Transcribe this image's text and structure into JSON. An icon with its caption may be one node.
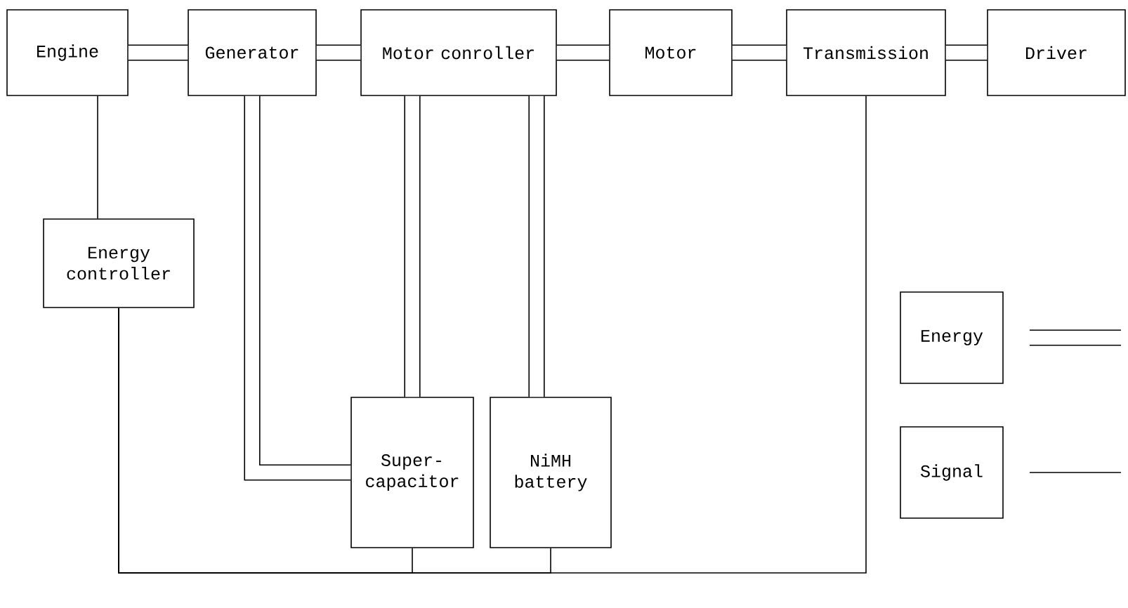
{
  "diagram": {
    "nodes": [
      {
        "text": [
          "Engine"
        ]
      },
      {
        "text": [
          "Generator"
        ]
      },
      {
        "text": [
          "Motor conroller"
        ]
      },
      {
        "text": [
          "Motor"
        ]
      },
      {
        "text": [
          "Transmission"
        ]
      },
      {
        "text": [
          "Driver"
        ]
      },
      {
        "text": [
          "Energy controller"
        ]
      },
      {
        "text": [
          "Super-capacitor"
        ]
      },
      {
        "text": [
          "NiMH battery"
        ]
      }
    ],
    "edges": [
      {
        "from": 0,
        "to": 1,
        "arrow": "none"
      },
      {
        "from": 1,
        "to": 2,
        "arrow": "none"
      },
      {
        "from": 2,
        "to": 3,
        "arrow": "none"
      },
      {
        "from": 3,
        "to": 4,
        "arrow": "none"
      },
      {
        "from": 4,
        "to": 5,
        "arrow": "none"
      },
      {
        "from": 1,
        "to": 7,
        "arrow": "none"
      },
      {
        "from": 2,
        "to": 7,
        "arrow": "none"
      },
      {
        "from": 2,
        "to": 8,
        "arrow": "none"
      },
      {
        "from": 0,
        "to": 6,
        "arrow": "none"
      },
      {
        "from": 6,
        "to": 7,
        "arrow": "none"
      },
      {
        "from": 6,
        "to": 8,
        "arrow": "none"
      },
      {
        "from": 6,
        "to": 4,
        "arrow": "none"
      }
    ],
    "legend": [
      {
        "text": "Energy"
      },
      {
        "text": "Signal"
      }
    ]
  }
}
